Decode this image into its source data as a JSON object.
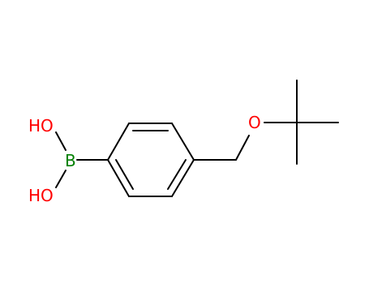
{
  "molecule": {
    "atoms": {
      "hydroxyl_top": {
        "text": "HO"
      },
      "boron": {
        "text": "B"
      },
      "hydroxyl_bottom": {
        "text": "HO"
      },
      "ether_oxygen": {
        "text": "O"
      }
    },
    "colors": {
      "bond": "#000000",
      "boron": "#008000",
      "oxygen": "#ff0000",
      "background": "#ffffff"
    }
  }
}
